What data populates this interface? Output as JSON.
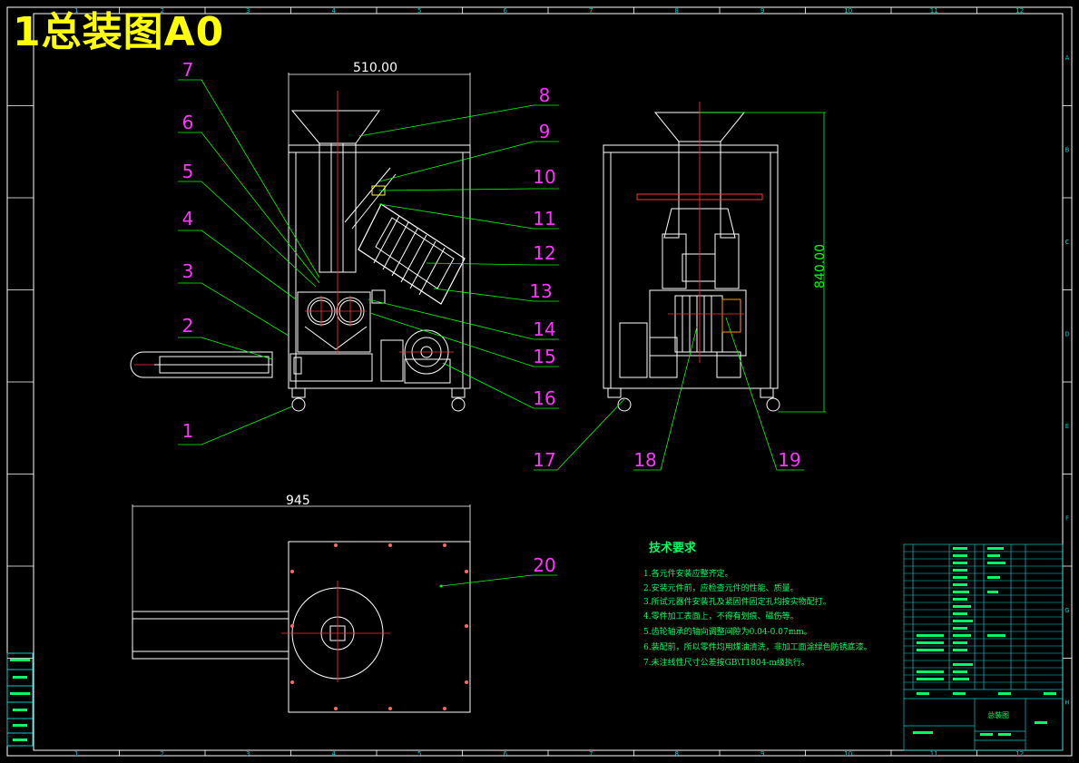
{
  "drawing": {
    "title": "1总装图A0",
    "dimensions": {
      "width_top": "510.00",
      "height_side": "840.00",
      "length_plan": "945"
    },
    "callouts": [
      "1",
      "2",
      "3",
      "4",
      "5",
      "6",
      "7",
      "8",
      "9",
      "10",
      "11",
      "12",
      "13",
      "14",
      "15",
      "16",
      "17",
      "18",
      "19",
      "20"
    ],
    "border_columns": [
      "1",
      "2",
      "3",
      "4",
      "5",
      "6",
      "7",
      "8",
      "9",
      "10",
      "11",
      "12"
    ],
    "border_rows": [
      "A",
      "B",
      "C",
      "D",
      "E",
      "F",
      "G",
      "H"
    ]
  },
  "technical_requirements": {
    "heading": "技术要求",
    "items": [
      "1.各元件安装应整齐定。",
      "2.安装元件前，应检查元件的性能、质量。",
      "3.所试元器件安装孔及紧固件固定孔均按实物配打。",
      "4.零件加工表面上，不得有划痕、磁伤等。",
      "5.齿轮轴承的轴向调整间隙为0.04-0.07mm。",
      "6.装配前，所以零件均用煤油清洗，非加工面涂绿色防锈底漆。",
      "7.未注线性尺寸公差按GB\\T1804-m级执行。"
    ]
  },
  "title_block": {
    "drawing_name": "总装图"
  },
  "colors": {
    "outline": "#ffffff",
    "leader": "#00ff00",
    "callout": "#ff33ff",
    "center": "#ff3333",
    "title": "#ffff00",
    "border_mark": "#00cccc"
  }
}
